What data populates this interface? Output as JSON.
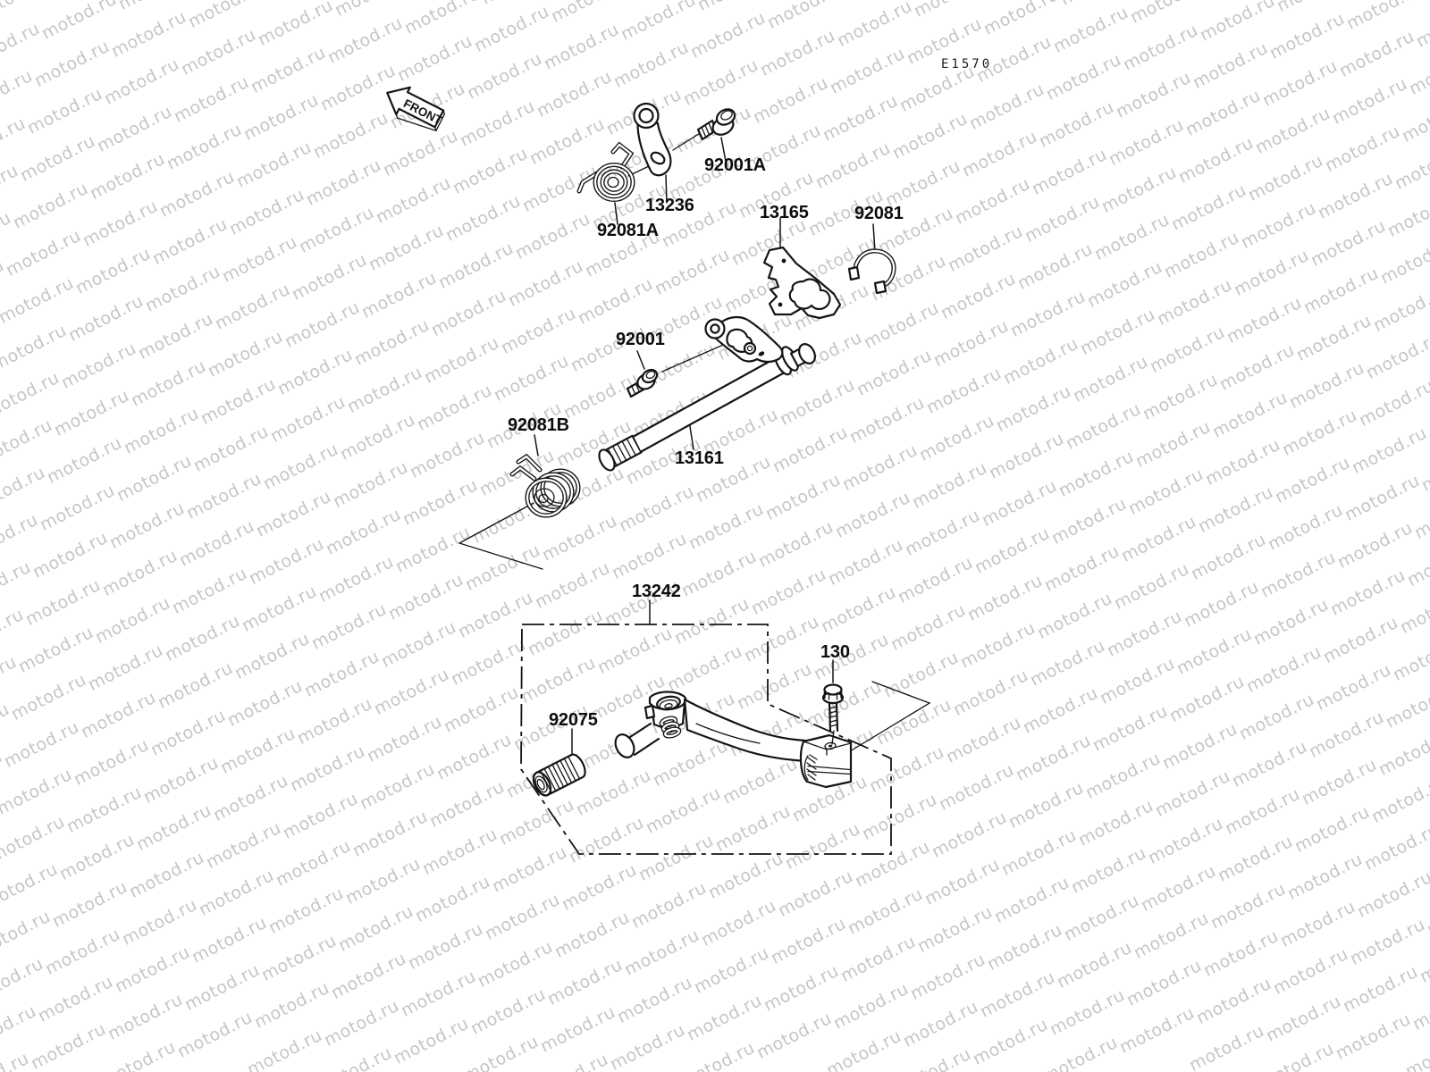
{
  "page": {
    "code": "E1570",
    "background": "#ffffff",
    "ink": "#141414"
  },
  "watermark": {
    "text": "motod.ru",
    "color": "#c6c6c6"
  },
  "front_arrow": {
    "label": "FRONT"
  },
  "diagram": {
    "labels": [
      {
        "text": "92001A"
      },
      {
        "text": "13236"
      },
      {
        "text": "92081A"
      },
      {
        "text": "13165"
      },
      {
        "text": "92081"
      },
      {
        "text": "92001"
      },
      {
        "text": "92081B"
      },
      {
        "text": "13161"
      },
      {
        "text": "13242"
      },
      {
        "text": "130"
      },
      {
        "text": "92075"
      }
    ]
  }
}
